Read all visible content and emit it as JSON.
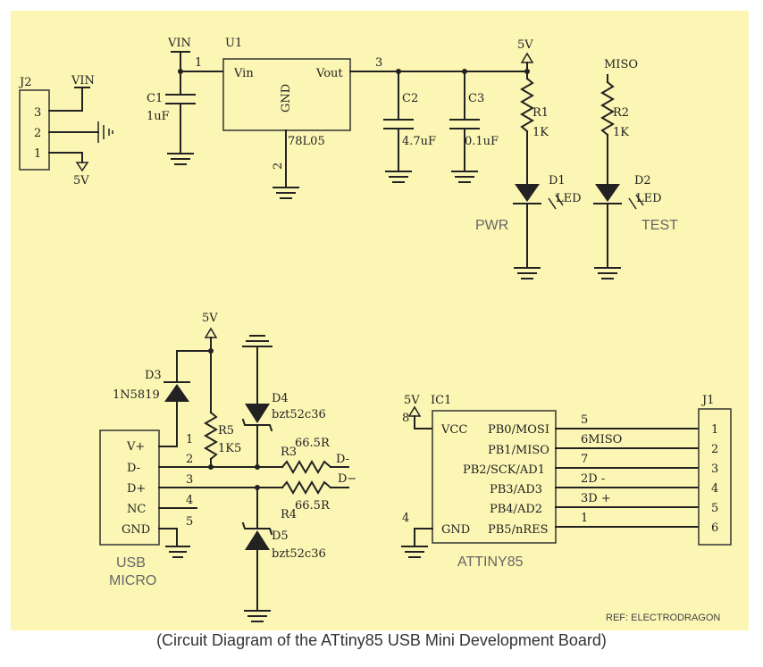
{
  "colors": {
    "background": "#fbf6b4",
    "wire": "#222222",
    "outline_text": "#666666"
  },
  "power": {
    "vin_top": "VIN",
    "vin_j2": "VIN",
    "five_v_top": "5V",
    "five_v_j2": "5V",
    "five_v_usb": "5V",
    "five_v_ic": "5V",
    "miso_top": "MISO"
  },
  "regulator": {
    "ref": "U1",
    "pin_in_label": "Vin",
    "pin_out_label": "Vout",
    "gnd_label": "GND",
    "part": "78L05",
    "pin1": "1",
    "pin2": "2",
    "pin3": "3"
  },
  "j2": {
    "ref": "J2",
    "pins": [
      "3",
      "2",
      "1"
    ]
  },
  "capacitors": [
    {
      "ref": "C1",
      "value": "1uF"
    },
    {
      "ref": "C2",
      "value": "4.7uF"
    },
    {
      "ref": "C3",
      "value": "0.1uF"
    }
  ],
  "resistors": [
    {
      "ref": "R1",
      "value": "1K"
    },
    {
      "ref": "R2",
      "value": "1K"
    },
    {
      "ref": "R5",
      "value": "1K5"
    },
    {
      "ref": "R3",
      "value": "66.5R"
    },
    {
      "ref": "R4",
      "value": "66.5R"
    }
  ],
  "leds": [
    {
      "ref": "D1",
      "type": "LED",
      "caption": "PWR"
    },
    {
      "ref": "D2",
      "type": "LED",
      "caption": "TEST"
    }
  ],
  "diodes": [
    {
      "ref": "D3",
      "part": "1N5819"
    },
    {
      "ref": "D4",
      "part": "bzt52c36"
    },
    {
      "ref": "D5",
      "part": "bzt52c36"
    }
  ],
  "usb": {
    "pins": [
      "V+",
      "D-",
      "D+",
      "NC",
      "GND"
    ],
    "pin_numbers": [
      "1",
      "2",
      "3",
      "4",
      "5"
    ],
    "caption_line1": "USB",
    "caption_line2": "MICRO",
    "dminus_net": "D-",
    "dplus_net": "D−"
  },
  "ic": {
    "ref": "IC1",
    "name": "ATTINY85",
    "vcc_label": "VCC",
    "vcc_pin": "8",
    "gnd_label": "GND",
    "gnd_pin": "4",
    "pins": [
      "PB0/MOSI",
      "PB1/MISO",
      "PB2/SCK/AD1",
      "PB3/AD3",
      "PB4/AD2",
      "PB5/nRES"
    ],
    "wire_labels": [
      "5",
      "6MISO",
      "7",
      "2D -",
      "3D +",
      "1"
    ]
  },
  "j1": {
    "ref": "J1",
    "pins": [
      "1",
      "2",
      "3",
      "4",
      "5",
      "6"
    ]
  },
  "ref_note": "REF: ELECTRODRAGON",
  "caption": "(Circuit Diagram of the ATtiny85 USB Mini Development Board)"
}
